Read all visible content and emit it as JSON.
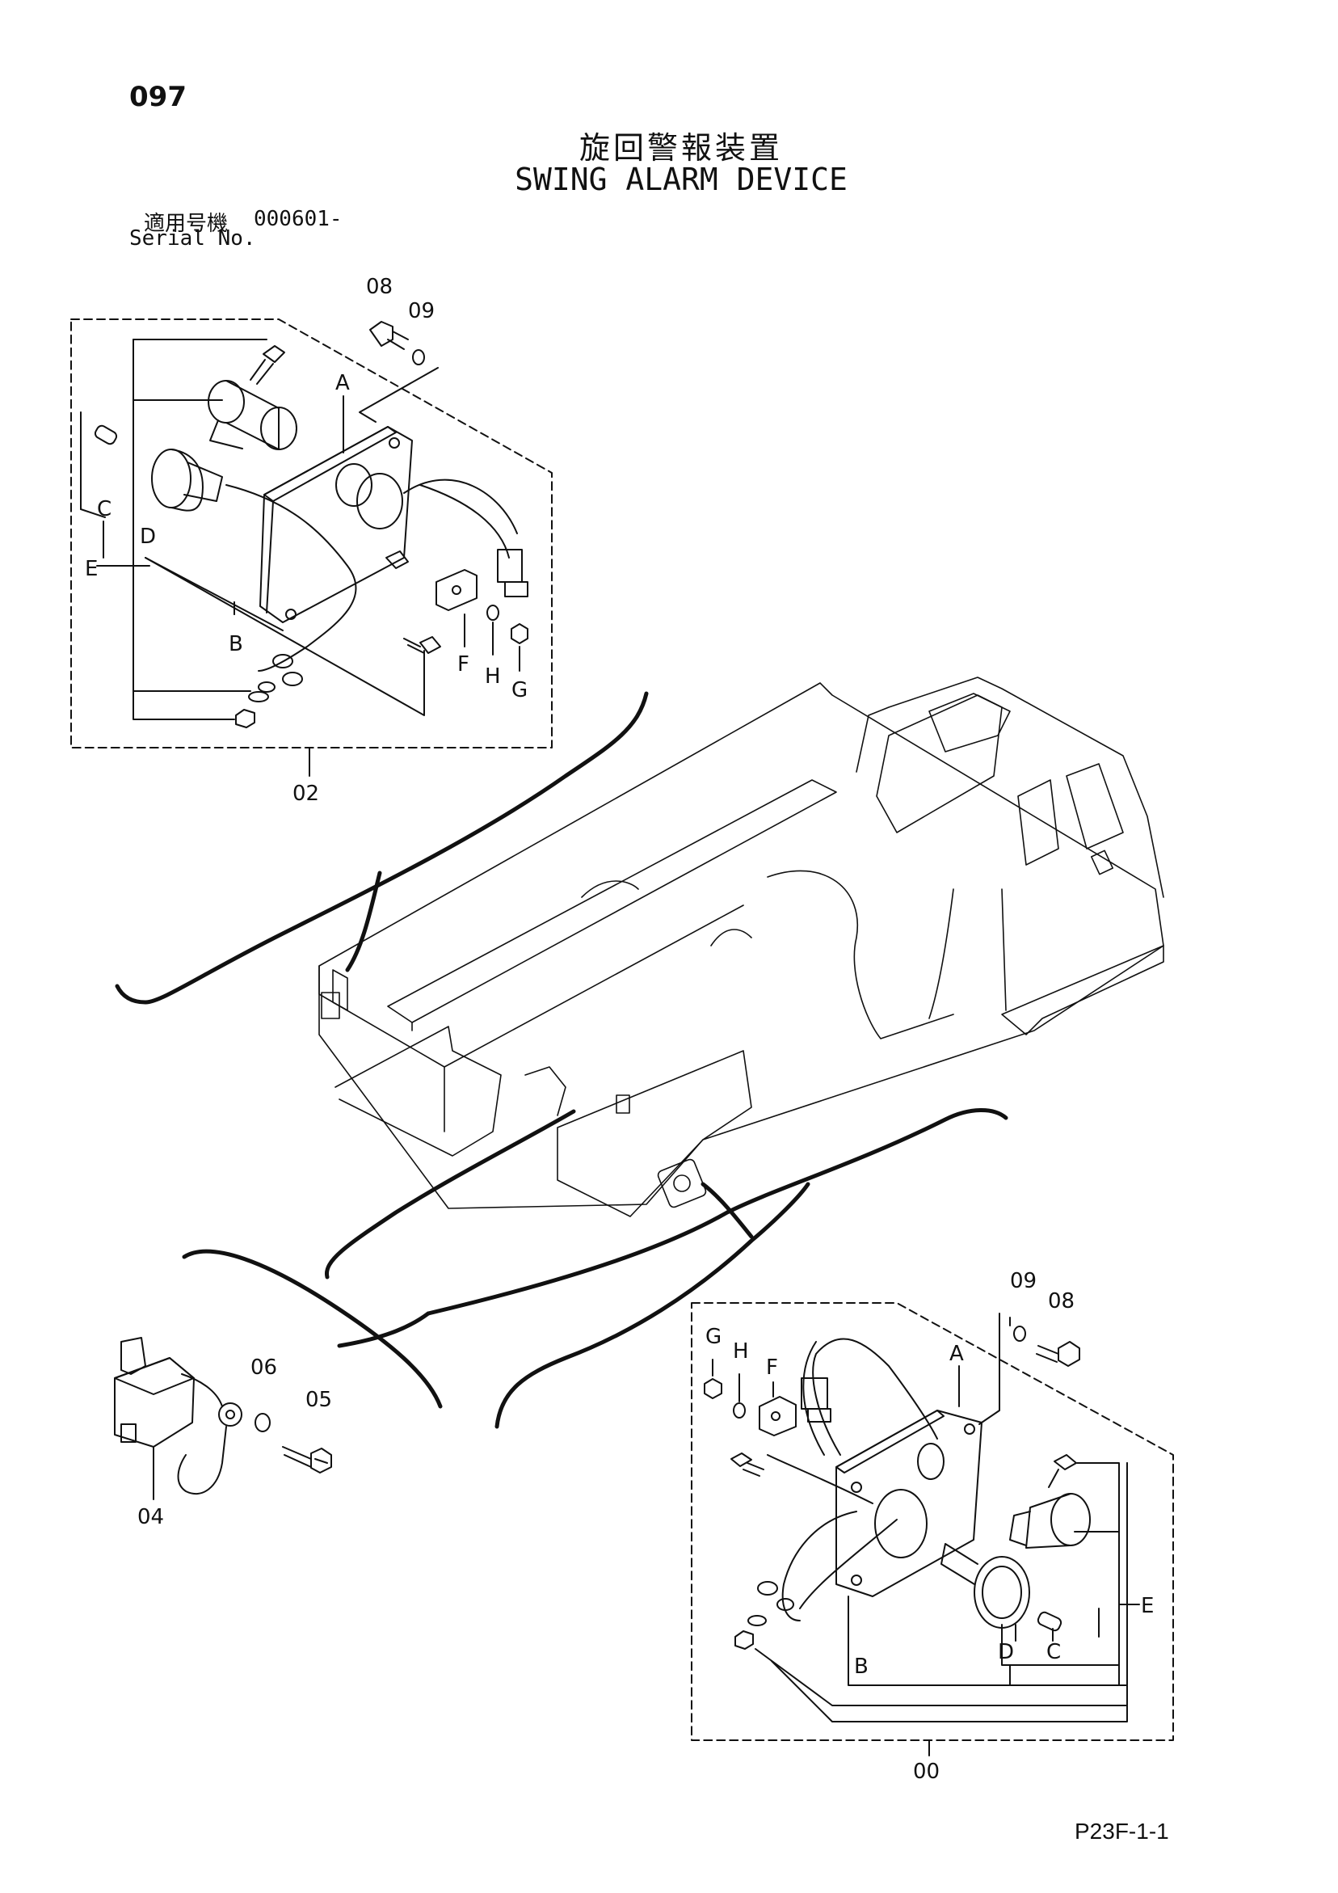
{
  "page_number": "097",
  "title_jp": "旋回警報装置",
  "title_en": "SWING ALARM DEVICE",
  "serial": {
    "label_jp": "適用号機",
    "label_en": "Serial No.",
    "value": "000601-"
  },
  "footer_code": "P23F-1-1",
  "callouts": {
    "top_left": {
      "assembly": "02",
      "parts": [
        "08",
        "09",
        "A",
        "B",
        "C",
        "D",
        "E",
        "F",
        "G",
        "H"
      ]
    },
    "bottom_right": {
      "assembly": "00",
      "parts": [
        "09",
        "08",
        "G",
        "H",
        "F",
        "A",
        "B",
        "C",
        "D",
        "E"
      ]
    },
    "bottom_left": {
      "assembly": "04",
      "parts": [
        "06",
        "05"
      ]
    }
  }
}
